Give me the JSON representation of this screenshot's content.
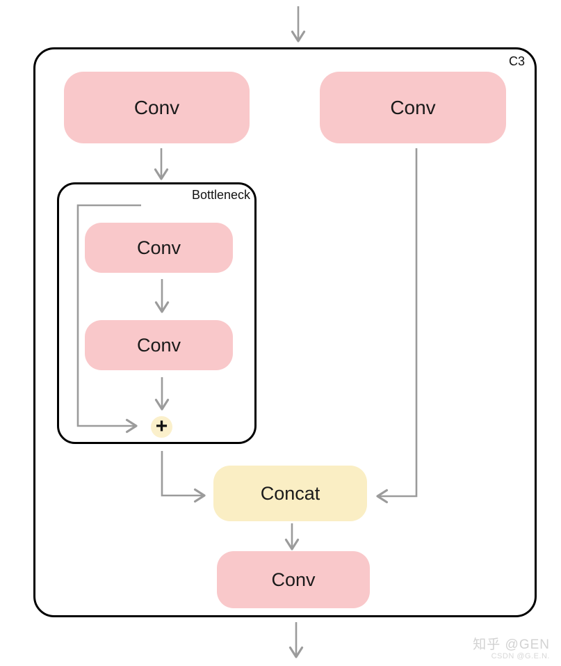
{
  "diagram": {
    "container_label": "C3",
    "nodes": {
      "conv_top_left": "Conv",
      "conv_top_right": "Conv",
      "concat": "Concat",
      "conv_out": "Conv"
    },
    "bottleneck": {
      "label": "Bottleneck",
      "conv1": "Conv",
      "conv2": "Conv",
      "add_symbol": "+"
    },
    "colors": {
      "conv_fill": "#f9c8ca",
      "concat_fill": "#faeec4",
      "add_fill": "#fbf0cb",
      "box_border": "#000000",
      "arrow": "#9b9b9b"
    }
  },
  "watermark": {
    "line1": "知乎 @GEN",
    "line2": "CSDN @G.E.N."
  }
}
